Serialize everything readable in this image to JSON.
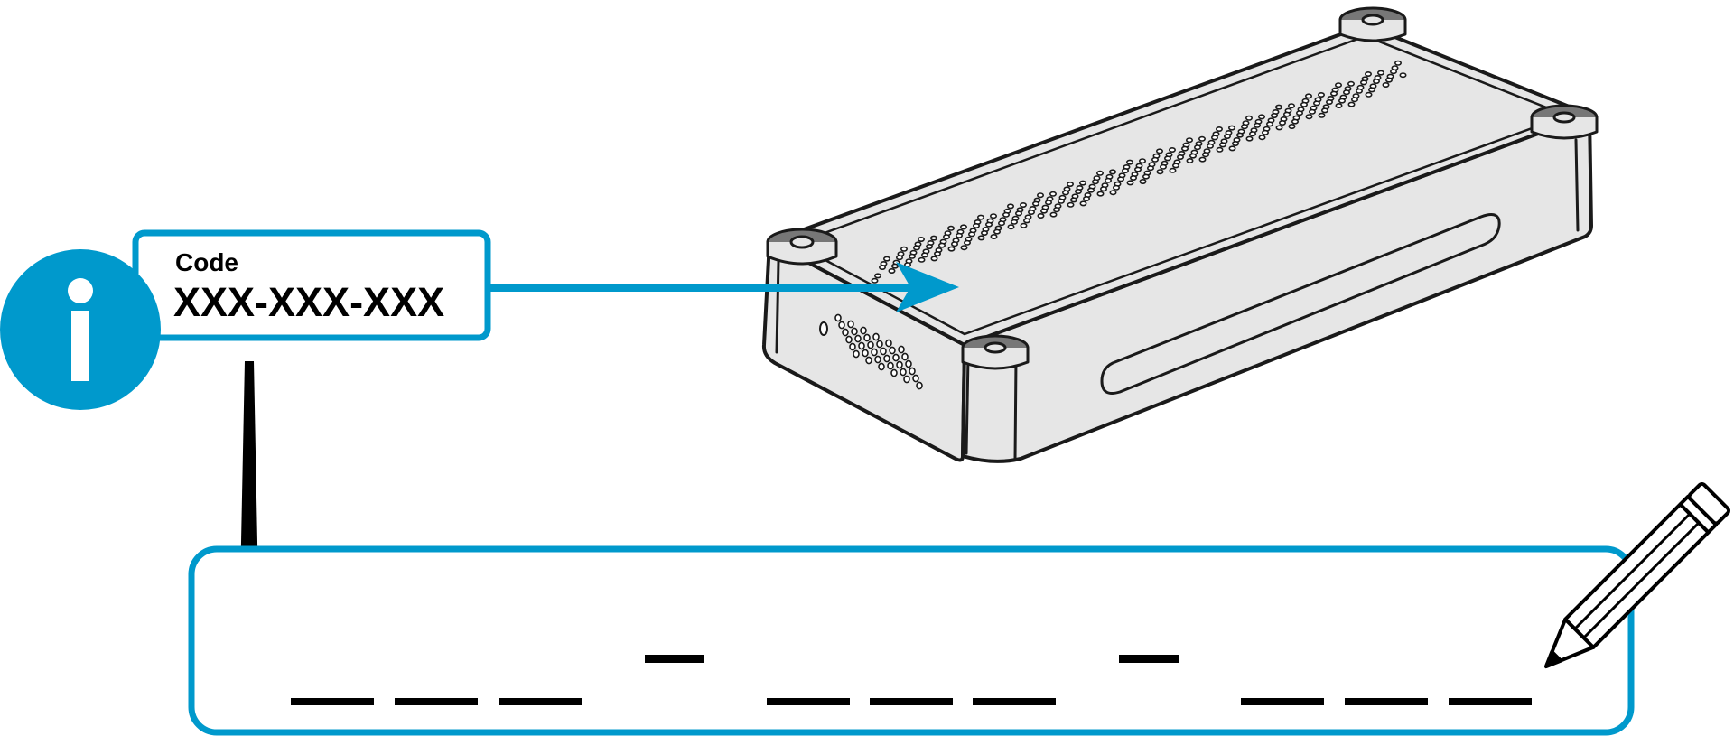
{
  "info_label": {
    "title": "Code",
    "value": "XXX-XXX-XXX"
  },
  "entry_field": {
    "groups": [
      3,
      3,
      3
    ]
  },
  "icons": {
    "info": "info-icon",
    "pencil": "pencil-icon",
    "device": "device-illustration"
  },
  "colors": {
    "accent": "#0099CC",
    "outline": "#1a1a1a",
    "device_fill": "#e6e6e6",
    "foot_fill": "#777777",
    "arrow_dark": "#000000"
  }
}
